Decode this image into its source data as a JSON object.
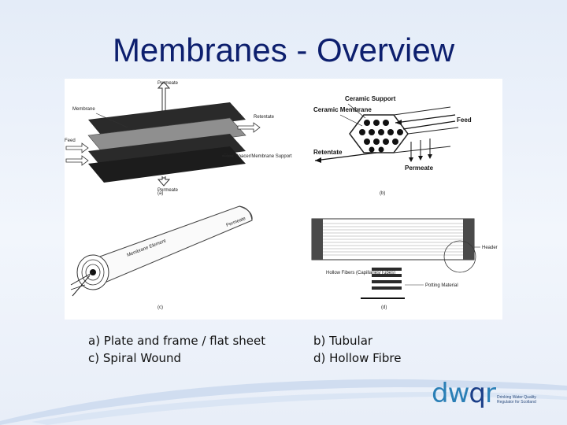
{
  "title": "Membranes - Overview",
  "figure": {
    "panel_a": {
      "letter": "(a)",
      "labels": [
        "Permeate",
        "Membrane",
        "Retentate",
        "Feed",
        "Fluid Spacer/Membrane Support",
        "Permeate"
      ]
    },
    "panel_b": {
      "letter": "(b)",
      "labels": [
        "Ceramic Support",
        "Ceramic Membrane",
        "Feed",
        "Retentate",
        "Permeate"
      ]
    },
    "panel_c": {
      "letter": "(c)",
      "labels": [
        "Membrane Element",
        "Permeate"
      ]
    },
    "panel_d": {
      "letter": "(d)",
      "labels": [
        "Header",
        "Hollow Fibers (Capillaries/Tubes)",
        "Potting Material"
      ]
    }
  },
  "captions": {
    "left_line1": "a)  Plate and frame / flat sheet",
    "left_line2": "c) Spiral Wound",
    "right_line1": "b) Tubular",
    "right_line2": "d) Hollow Fibre"
  },
  "logo": {
    "word_dw": "dw",
    "word_q": "q",
    "word_r": "r",
    "tagline": "Drinking Water Quality Regulator for Scotland"
  },
  "colors": {
    "title": "#0d1f6e",
    "logo_light": "#2a7fb6",
    "logo_dark": "#1b3f88"
  }
}
